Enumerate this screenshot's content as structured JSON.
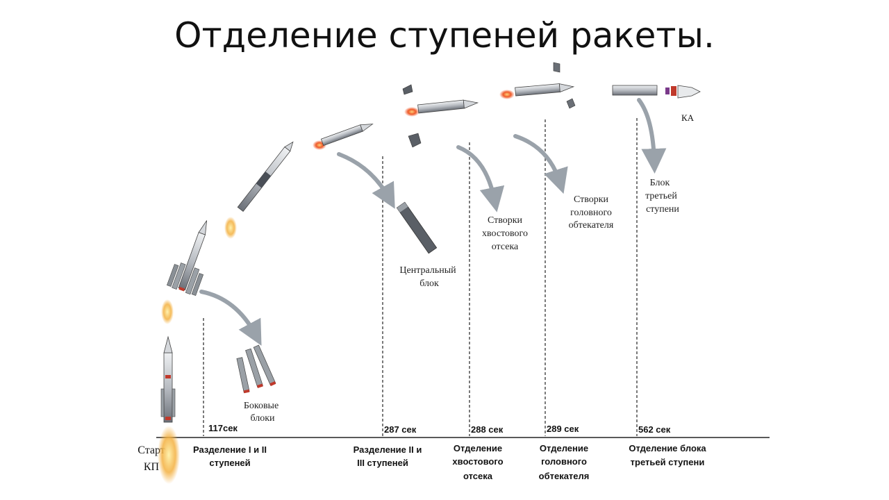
{
  "slide": {
    "title": "Отделение ступеней ракеты."
  },
  "colors": {
    "rocket_body": "#c9ccd0",
    "rocket_dark": "#3a3d44",
    "flame": "#f0a030",
    "flame_core": "#e8402a",
    "arrow": "#9aa2aa",
    "timeline": "#222222"
  },
  "labels": {
    "start": [
      "Старт",
      "КП"
    ],
    "side_blocks": [
      "Боковые",
      "блоки"
    ],
    "central_block": [
      "Центральный",
      "блок"
    ],
    "tail_doors": [
      "Створки",
      "хвостового",
      "отсека"
    ],
    "fairing_doors": [
      "Створки",
      "головного",
      "обтекателя"
    ],
    "third_stage_block": [
      "Блок",
      "третьей",
      "ступени"
    ],
    "spacecraft": "КА"
  },
  "events": [
    {
      "time": "117сек",
      "caption": [
        "Разделение I и II",
        "ступеней"
      ]
    },
    {
      "time": "287 сек",
      "caption": [
        "Разделение II и",
        "III ступеней"
      ]
    },
    {
      "time": "288 сек",
      "caption": [
        "Отделение",
        "хвостового",
        "отсека"
      ]
    },
    {
      "time": "289 сек",
      "caption": [
        "Отделение",
        "головного",
        "обтекателя"
      ]
    },
    {
      "time": "562 сек",
      "caption": [
        "Отделение блока",
        "третьей ступени"
      ]
    }
  ]
}
